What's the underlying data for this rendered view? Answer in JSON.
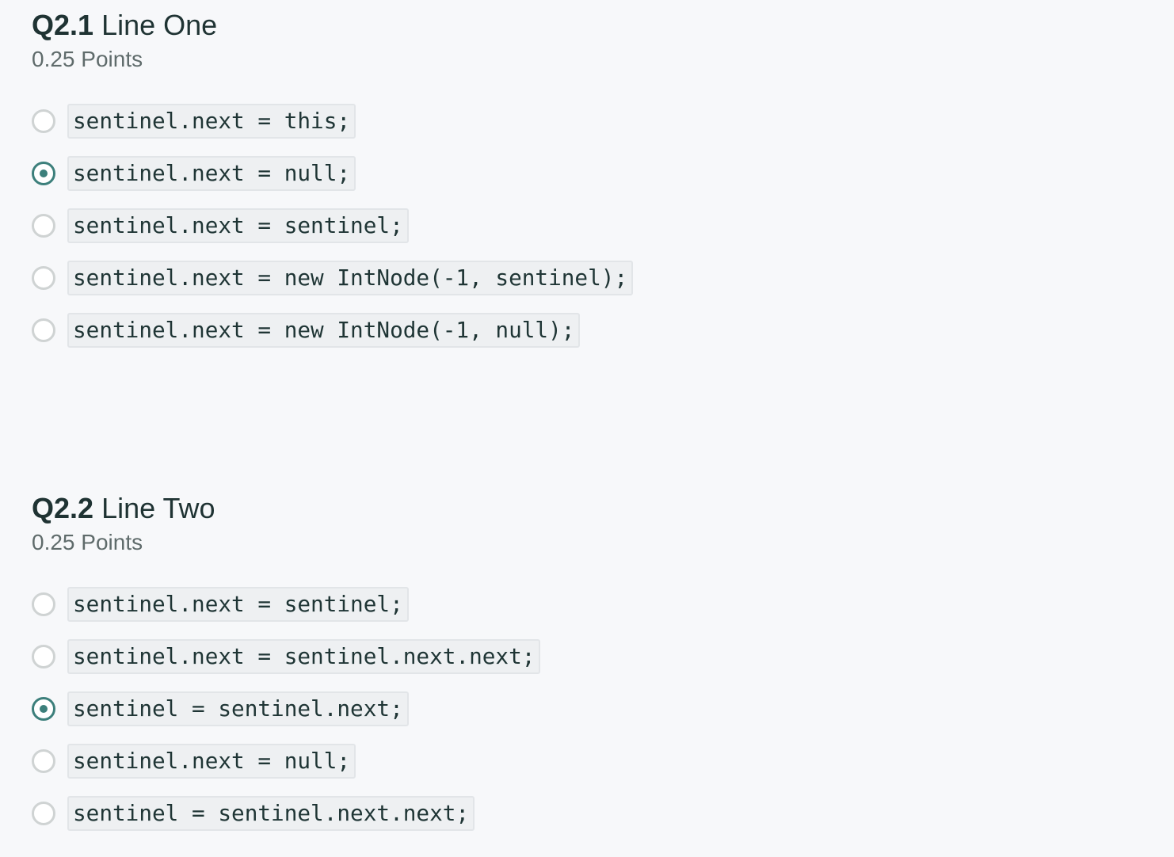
{
  "questions": [
    {
      "number": "Q2.1",
      "title": "Line One",
      "points": "0.25 Points",
      "selected": 1,
      "options": [
        "sentinel.next = this;",
        "sentinel.next = null;",
        "sentinel.next = sentinel;",
        "sentinel.next = new IntNode(-1, sentinel);",
        "sentinel.next = new IntNode(-1, null);"
      ]
    },
    {
      "number": "Q2.2",
      "title": "Line Two",
      "points": "0.25 Points",
      "selected": 2,
      "options": [
        "sentinel.next = sentinel;",
        "sentinel.next = sentinel.next.next;",
        "sentinel = sentinel.next;",
        "sentinel.next = null;",
        "sentinel = sentinel.next.next;"
      ]
    }
  ],
  "colors": {
    "accent": "#3c7f7b"
  }
}
